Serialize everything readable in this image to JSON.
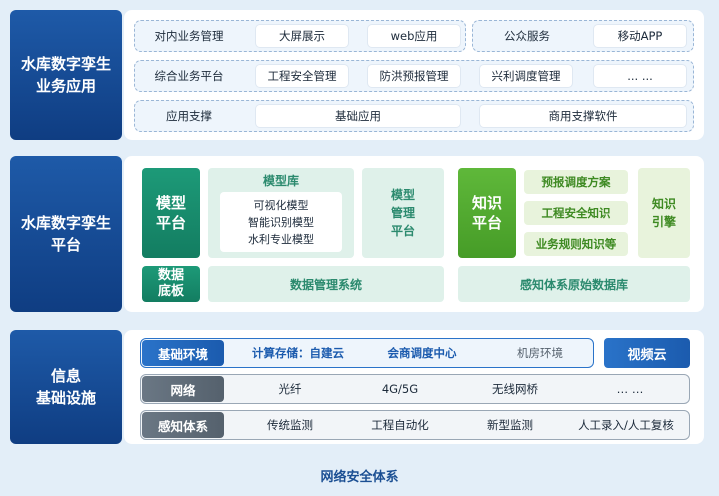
{
  "app_layer": {
    "label": "水库数字孪生\n业务应用",
    "row1": {
      "title": "对内业务管理",
      "items": [
        "大屏展示",
        "web应用"
      ],
      "public_title": "公众服务",
      "public_item": "移动APP"
    },
    "row2": {
      "title": "综合业务平台",
      "items": [
        "工程安全管理",
        "防洪预报管理",
        "兴利调度管理",
        "... ..."
      ]
    },
    "row3": {
      "title": "应用支撑",
      "items": [
        "基础应用",
        "商用支撑软件"
      ]
    }
  },
  "platform_layer": {
    "label": "水库数字孪生\n平台",
    "model_platform": "模型\n平台",
    "model_library": {
      "title": "模型库",
      "items": [
        "可视化模型",
        "智能识别模型",
        "水利专业模型"
      ]
    },
    "model_mgmt": "模型\n管理\n平台",
    "knowledge_platform": "知识\n平台",
    "knowledge_items": [
      "预报调度方案",
      "工程安全知识",
      "业务规则知识等"
    ],
    "knowledge_engine": "知识\n引擎",
    "data_base": "数据\n底板",
    "data_mgmt": "数据管理系统",
    "sensing_db": "感知体系原始数据库"
  },
  "infra_layer": {
    "label": "信息\n基础设施",
    "row1": {
      "title": "基础环境",
      "items": [
        "计算存储：自建云",
        "会商调度中心",
        "机房环境"
      ],
      "video_cloud": "视频云"
    },
    "row2": {
      "title": "网络",
      "items": [
        "光纤",
        "4G/5G",
        "无线网桥",
        "… …"
      ]
    },
    "row3": {
      "title": "感知体系",
      "items": [
        "传统监测",
        "工程自动化",
        "新型监测",
        "人工录入/人工复核"
      ]
    }
  },
  "footer": "网络安全体系"
}
